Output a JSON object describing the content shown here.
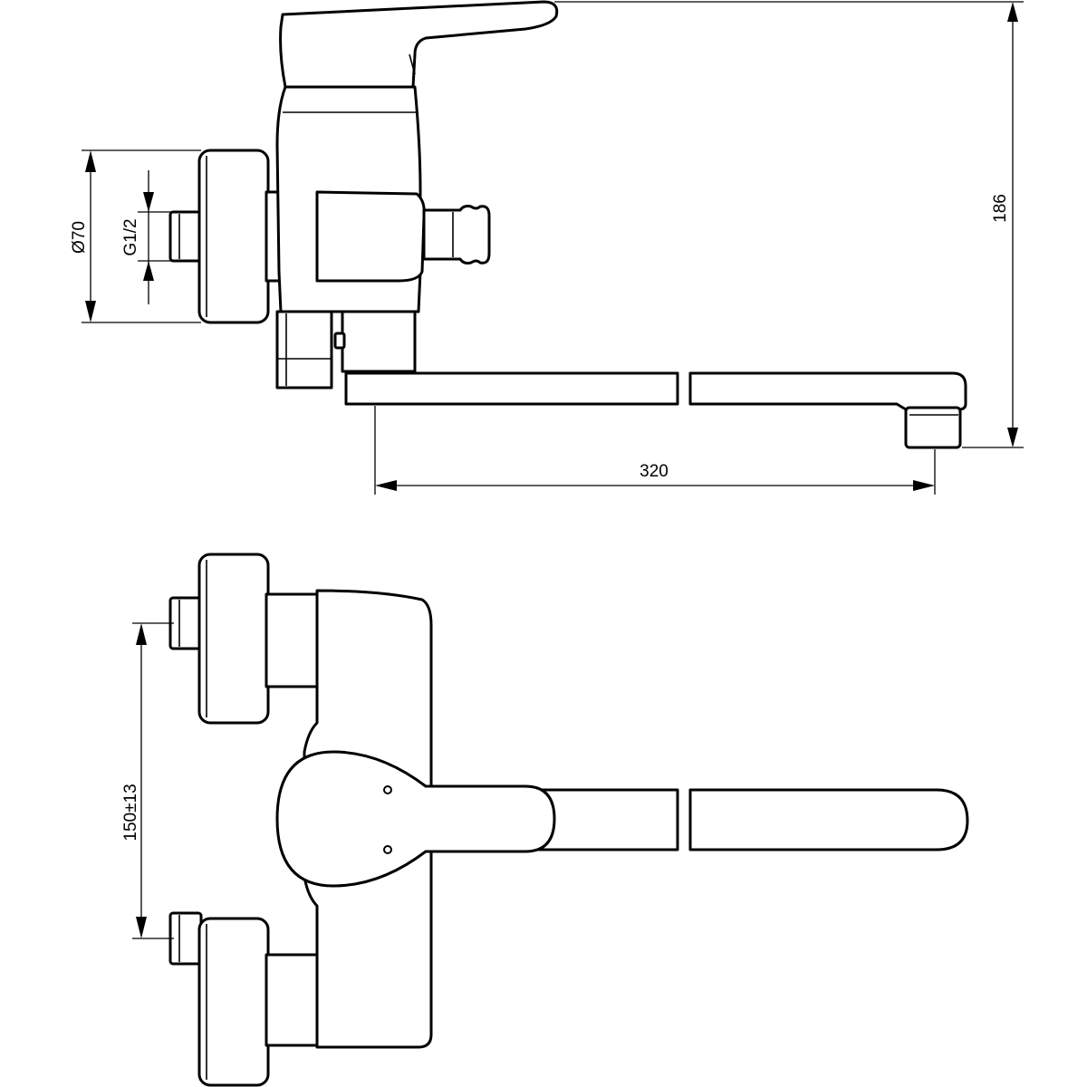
{
  "drawing": {
    "side_view": {
      "diameter_label": "Ø70",
      "thread_label": "G1/2",
      "height_label": "186",
      "reach_label": "320"
    },
    "front_view": {
      "center_distance_label": "150±13"
    },
    "colors": {
      "line": "#000000",
      "background": "#ffffff"
    }
  }
}
